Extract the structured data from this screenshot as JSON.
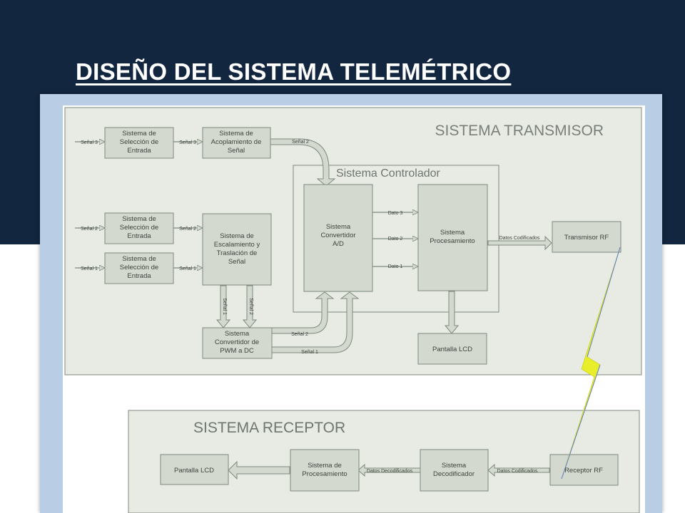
{
  "slide": {
    "title": "DISEÑO DEL SISTEMA TELEMÉTRICO"
  },
  "colors": {
    "navy": "#13263f",
    "frame": "#b9cde4",
    "panel": "#e7ebe4",
    "box": "#d4d9cf",
    "border": "#7d8a7c",
    "lightning": "#e8ee2a"
  },
  "diagram": {
    "transmisor_title": "SISTEMA TRANSMISOR",
    "controlador_title": "Sistema Controlador",
    "receptor_title": "SISTEMA RECEPTOR",
    "boxes": {
      "seleccion_1": [
        "Sistema de",
        "Selección de",
        "Entrada"
      ],
      "seleccion_2": [
        "Sistema de",
        "Selección de",
        "Entrada"
      ],
      "seleccion_3": [
        "Sistema de",
        "Selección de",
        "Entrada"
      ],
      "acoplamiento": [
        "Sistema de",
        "Acoplamiento de",
        "Señal"
      ],
      "escalamiento": [
        "Sistema de",
        "Escalamiento y",
        "Traslación de",
        "Señal"
      ],
      "pwm": [
        "Sistema",
        "Convertidor de",
        "PWM a DC"
      ],
      "convertidor_ad": [
        "Sistema",
        "Convertidor",
        "A/D"
      ],
      "procesamiento_tx": [
        "Sistema",
        "Procesamiento"
      ],
      "pantalla_tx": [
        "Pantalla LCD"
      ],
      "transmisor_rf": [
        "Transmisor RF"
      ],
      "pantalla_rx": [
        "Pantalla LCD"
      ],
      "procesamiento_rx": [
        "Sistema de",
        "Procesamiento"
      ],
      "decodificador": [
        "Sistema",
        "Decodificador"
      ],
      "receptor_rf": [
        "Receptor RF"
      ]
    },
    "labels": {
      "in_senal_3": "Señal 3",
      "mid_senal_3": "Señal 3",
      "in_senal_2": "Señal 2",
      "mid_senal_2": "Señal 2",
      "in_senal_1": "Señal 1",
      "mid_senal_1": "Señal 1",
      "acop_out": "Señal 2",
      "vert_1": "Señal 1",
      "vert_2": "Señal 2",
      "pwm_out_2": "Señal 2",
      "pwm_out_1": "Señal 1",
      "dato_3": "Dato 3",
      "dato_2": "Dato 2",
      "dato_1": "Dato 1",
      "datos_codificados_tx": "Datos Codificados",
      "datos_codificados_rx": "Datos Codificados",
      "datos_decodificados": "Datos Decodificados"
    }
  }
}
